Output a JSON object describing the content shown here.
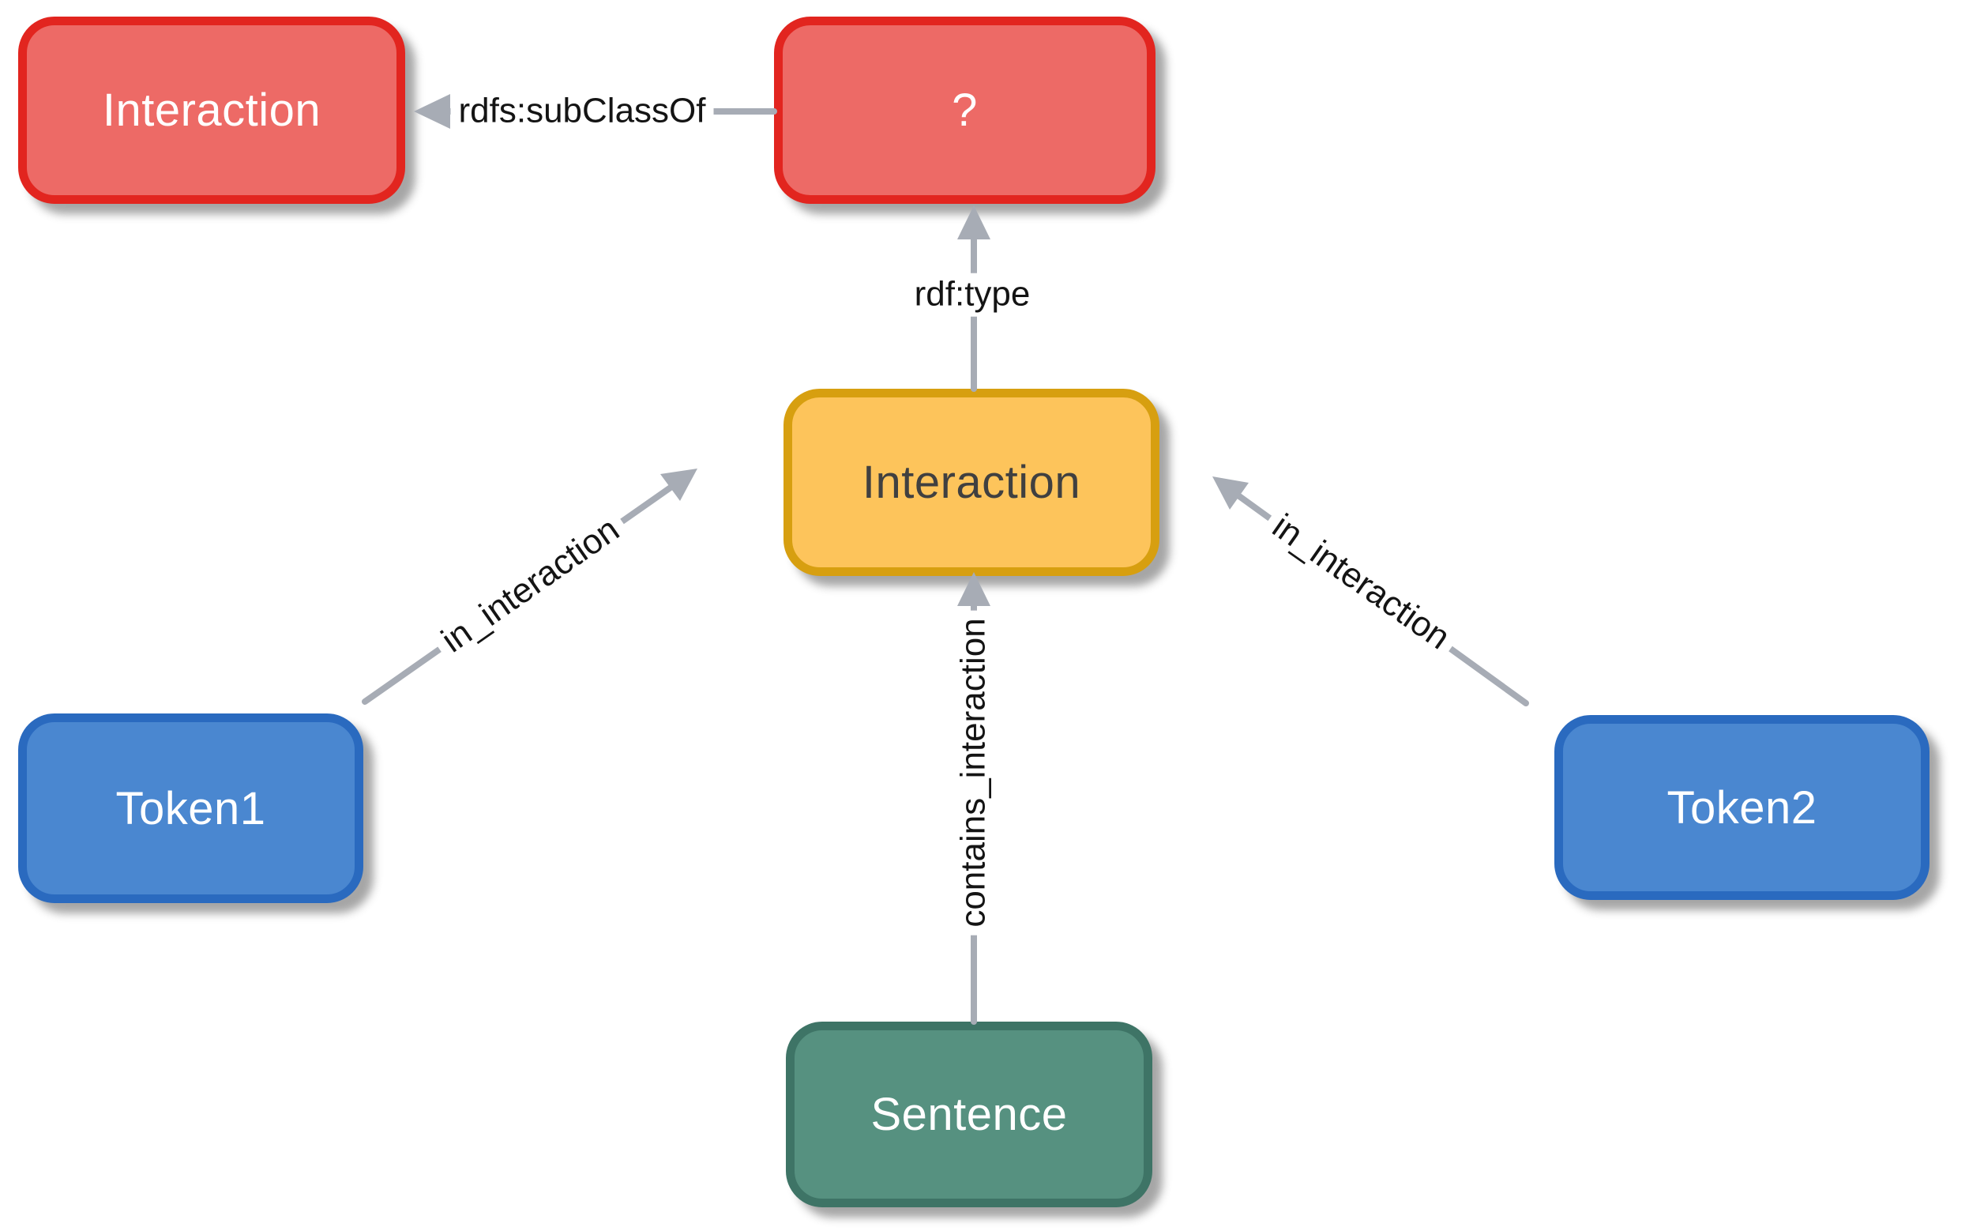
{
  "diagram": {
    "description": "RDF graph pattern with class boxes and labeled relation arrows",
    "nodes": [
      {
        "id": "interaction-class",
        "label": "Interaction",
        "fill": "#ED6A66",
        "border": "#E2251F",
        "text_color": "#FFFFFF"
      },
      {
        "id": "unknown-class",
        "label": "?",
        "fill": "#ED6A66",
        "border": "#E2251F",
        "text_color": "#FFFFFF"
      },
      {
        "id": "interaction-instance",
        "label": "Interaction",
        "fill": "#FDC45B",
        "border": "#D79F10",
        "text_color": "#404040"
      },
      {
        "id": "token1",
        "label": "Token1",
        "fill": "#4A87D0",
        "border": "#2A6ABF",
        "text_color": "#FFFFFF"
      },
      {
        "id": "token2",
        "label": "Token2",
        "fill": "#4A87D0",
        "border": "#2A6ABF",
        "text_color": "#FFFFFF"
      },
      {
        "id": "sentence",
        "label": "Sentence",
        "fill": "#569180",
        "border": "#3E7466",
        "text_color": "#FFFFFF"
      }
    ],
    "edges": [
      {
        "label": "rdfs:subClassOf",
        "from": "unknown-class",
        "to": "interaction-class"
      },
      {
        "label": "rdf:type",
        "from": "interaction-instance",
        "to": "unknown-class"
      },
      {
        "label": "in_interaction",
        "from": "token1",
        "to": "interaction-instance"
      },
      {
        "label": "in_interaction",
        "from": "token2",
        "to": "interaction-instance"
      },
      {
        "label": "contains_interaction",
        "from": "sentence",
        "to": "interaction-instance"
      }
    ],
    "arrow_color": "#A7ACB5",
    "edge_label_color": "#141414",
    "background_color": "#FFFFFF"
  }
}
